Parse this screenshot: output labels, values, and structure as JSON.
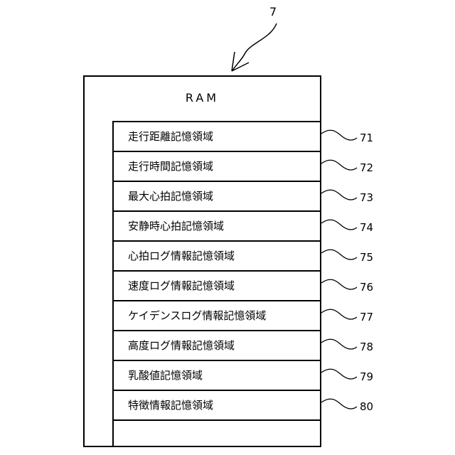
{
  "figure_ref": "7",
  "ram_label": "RAM",
  "regions": [
    {
      "label": "走行距離記憶領域",
      "ref": "71"
    },
    {
      "label": "走行時間記憶領域",
      "ref": "72"
    },
    {
      "label": "最大心拍記憶領域",
      "ref": "73"
    },
    {
      "label": "安静時心拍記憶領域",
      "ref": "74"
    },
    {
      "label": "心拍ログ情報記憶領域",
      "ref": "75"
    },
    {
      "label": "速度ログ情報記憶領域",
      "ref": "76"
    },
    {
      "label": "ケイデンスログ情報記憶領域",
      "ref": "77"
    },
    {
      "label": "高度ログ情報記憶領域",
      "ref": "78"
    },
    {
      "label": "乳酸値記憶領域",
      "ref": "79"
    },
    {
      "label": "特徴情報記憶領域",
      "ref": "80"
    }
  ],
  "colors": {
    "line": "#000000",
    "background": "#ffffff"
  }
}
